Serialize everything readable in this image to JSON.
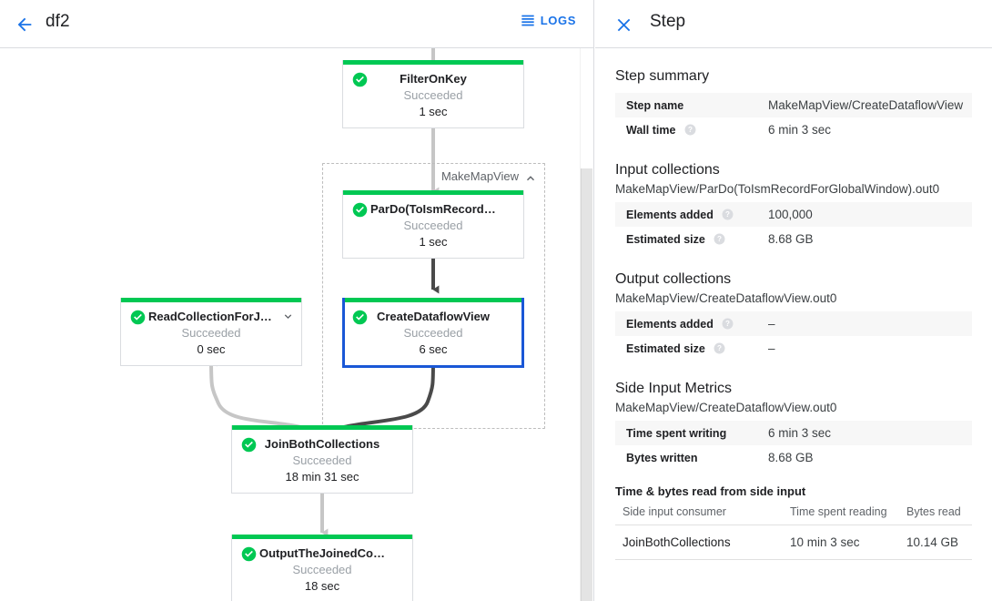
{
  "toolbar": {
    "back_icon": "arrow-back-icon",
    "job_name": "df2",
    "logs_icon": "logs-list-icon",
    "logs_label": "LOGS"
  },
  "graph": {
    "group": {
      "label": "MakeMapView",
      "collapse_icon": "chevron-up-icon"
    },
    "nodes": [
      {
        "id": "filter-on-key",
        "title": "FilterOnKey",
        "status": "Succeeded",
        "time": "1 sec",
        "status_icon": "check-circle-icon"
      },
      {
        "id": "pardo-toismrecordfor",
        "title": "ParDo(ToIsmRecordFor…",
        "status": "Succeeded",
        "time": "1 sec",
        "status_icon": "check-circle-icon"
      },
      {
        "id": "create-dataflow-view",
        "title": "CreateDataflowView",
        "status": "Succeeded",
        "time": "6 sec",
        "status_icon": "check-circle-icon"
      },
      {
        "id": "read-collection-for-join",
        "title": "ReadCollectionForJoin",
        "status": "Succeeded",
        "time": "0 sec",
        "status_icon": "check-circle-icon",
        "expand_icon": "chevron-down-icon"
      },
      {
        "id": "join-both-collections",
        "title": "JoinBothCollections",
        "status": "Succeeded",
        "time": "18 min 31 sec",
        "status_icon": "check-circle-icon"
      },
      {
        "id": "output-the-joined-collection",
        "title": "OutputTheJoinedCollec…",
        "status": "Succeeded",
        "time": "18 sec",
        "status_icon": "check-circle-icon"
      }
    ]
  },
  "panel": {
    "close_icon": "close-icon",
    "title": "Step",
    "step_summary": {
      "heading": "Step summary",
      "rows": [
        {
          "key": "Step name",
          "value": "MakeMapView/CreateDataflowView",
          "help": false
        },
        {
          "key": "Wall time",
          "value": "6 min 3 sec",
          "help": true
        }
      ]
    },
    "input_collections": {
      "heading": "Input collections",
      "collection": "MakeMapView/ParDo(ToIsmRecordForGlobalWindow).out0",
      "rows": [
        {
          "key": "Elements added",
          "value": "100,000",
          "help": true
        },
        {
          "key": "Estimated size",
          "value": "8.68 GB",
          "help": true
        }
      ]
    },
    "output_collections": {
      "heading": "Output collections",
      "collection": "MakeMapView/CreateDataflowView.out0",
      "rows": [
        {
          "key": "Elements added",
          "value": "–",
          "help": true
        },
        {
          "key": "Estimated size",
          "value": "–",
          "help": true
        }
      ]
    },
    "side_input_metrics": {
      "heading": "Side Input Metrics",
      "collection": "MakeMapView/CreateDataflowView.out0",
      "rows": [
        {
          "key": "Time spent writing",
          "value": "6 min 3 sec",
          "help": false
        },
        {
          "key": "Bytes written",
          "value": "8.68 GB",
          "help": false
        }
      ],
      "table_heading": "Time & bytes read from side input",
      "columns": [
        "Side input consumer",
        "Time spent reading",
        "Bytes read"
      ],
      "rows_data": [
        [
          "JoinBothCollections",
          "10 min 3 sec",
          "10.14 GB"
        ]
      ]
    }
  },
  "colors": {
    "accent_blue": "#1a73e8",
    "selected_blue": "#1a57d6",
    "success_green": "#00c853",
    "border_gray": "#dadce0",
    "muted_text": "#9aa0a6"
  }
}
